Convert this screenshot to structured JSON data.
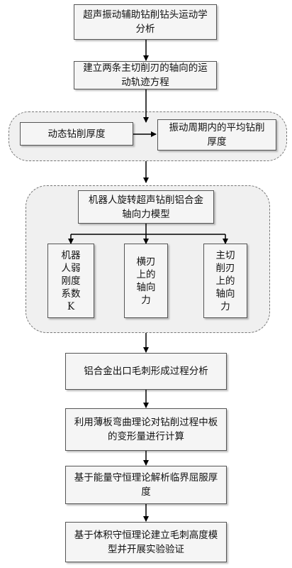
{
  "steps": {
    "s1": "超声振动辅助钻削钻头运动学分析",
    "s2": "建立两条主切削刃的轴向的运动轨迹方程",
    "s3a": "动态钻削厚度",
    "s3b": "振动周期内的平均钻削厚度",
    "s4": "机器人旋转超声钻削铝合金轴向力模型",
    "f1": "机器人弱刚度系数K",
    "f2": "横刃上的轴向力",
    "f3": "主切削刃上的轴向力",
    "s5": "铝合金出口毛刺形成过程分析",
    "s6": "利用薄板弯曲理论对钻削过程中板的变形量进行计算",
    "s7": "基于能量守恒理论解析临界屈服厚度",
    "s8": "基于体积守恒理论建立毛刺高度模型并开展实验验证"
  }
}
